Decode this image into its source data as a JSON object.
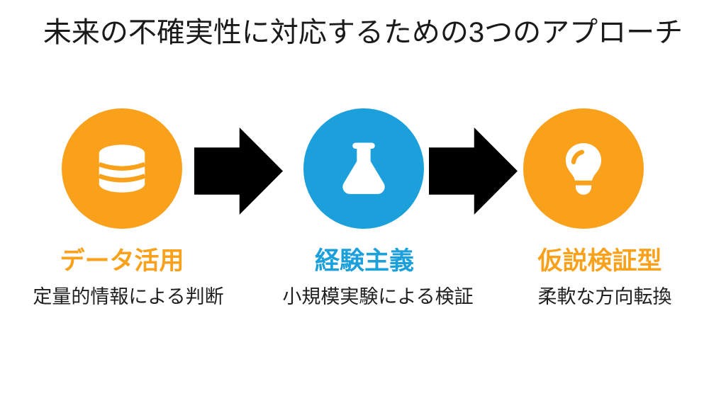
{
  "title": "未来の不確実性に対応するための3つのアプローチ",
  "colors": {
    "orange": "#F9A11B",
    "blue": "#1BA0DC",
    "arrow": "#000000",
    "title_text": "#1A1A1A",
    "description_text": "#1F1F1F",
    "background": "#FFFFFF",
    "icon_glyph": "#FFFFFF"
  },
  "steps": [
    {
      "icon": "database-icon",
      "circle_color": "#F9A11B",
      "label": "データ活用",
      "label_color": "#F9A11B",
      "description": "定量的情報による判断"
    },
    {
      "icon": "flask-icon",
      "circle_color": "#1BA0DC",
      "label": "経験主義",
      "label_color": "#1BA0DC",
      "description": "小規模実験による検証"
    },
    {
      "icon": "lightbulb-icon",
      "circle_color": "#F9A11B",
      "label": "仮説検証型",
      "label_color": "#F9A11B",
      "description": "柔軟な方向転換"
    }
  ],
  "arrows": [
    {
      "icon": "right-arrow-icon"
    },
    {
      "icon": "right-arrow-icon"
    }
  ]
}
